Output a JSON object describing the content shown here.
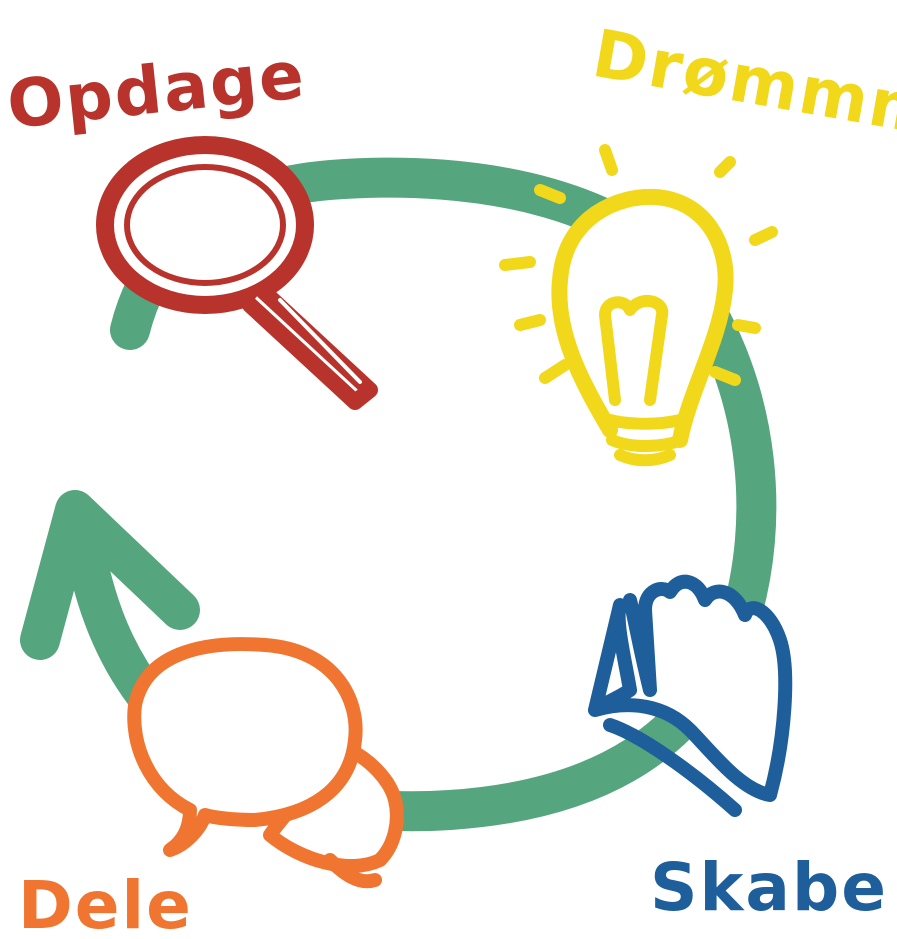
{
  "stages": [
    {
      "key": "opdage",
      "label": "Opdage",
      "icon": "magnifying-glass-icon",
      "color": "#b7332b"
    },
    {
      "key": "drommme",
      "label": "Drømmme",
      "icon": "lightbulb-icon",
      "color": "#f2d81a"
    },
    {
      "key": "skabe",
      "label": "Skabe",
      "icon": "hand-icon",
      "color": "#1d5e9b"
    },
    {
      "key": "dele",
      "label": "Dele",
      "icon": "speech-bubbles-icon",
      "color": "#ef7530"
    }
  ],
  "cycle": {
    "direction": "counterclockwise",
    "color": "#55a57f"
  }
}
